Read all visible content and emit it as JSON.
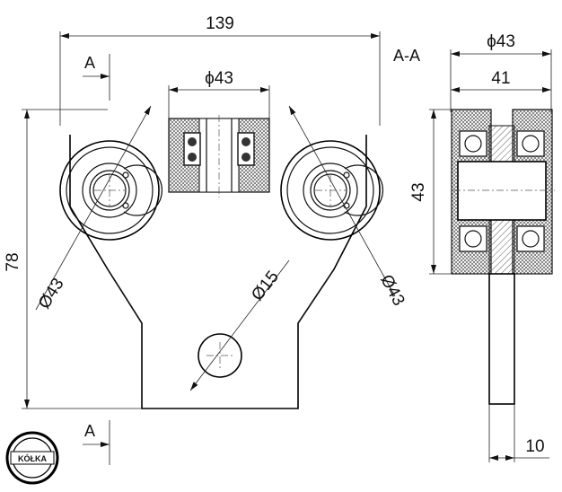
{
  "drawing": {
    "dimensions": {
      "overall_width": "139",
      "center_bearing_dia": "ϕ43",
      "height": "78",
      "left_wheel_dia": "Ø43",
      "hole_dia": "Ø15",
      "right_wheel_dia": "Ø43",
      "section_outer_dia": "ϕ43",
      "section_width": "41",
      "section_height": "43",
      "shaft_width": "10"
    },
    "labels": {
      "section_mark_top": "A",
      "section_mark_bottom": "A",
      "section_title": "A-A"
    },
    "logo": {
      "text": "KÓŁKA"
    }
  }
}
